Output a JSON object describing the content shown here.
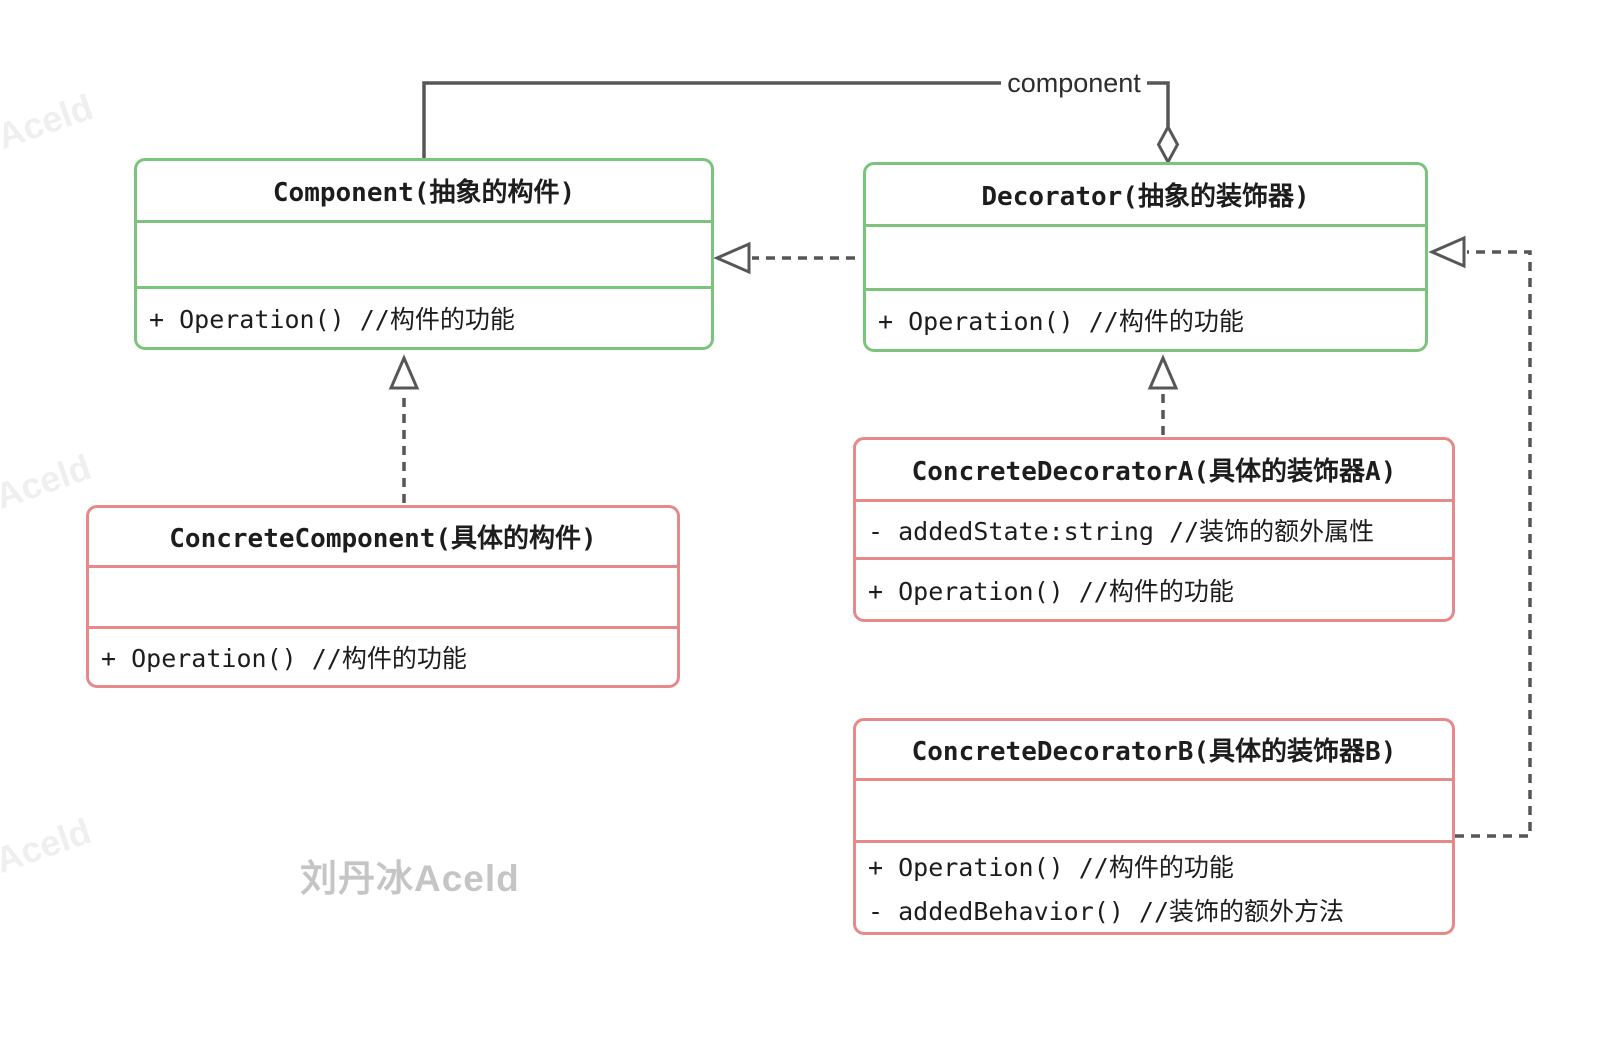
{
  "diagram": {
    "title_hint": "Decorator design pattern UML class diagram",
    "connector_label": "component",
    "classes": [
      {
        "id": "component",
        "stereotype": "abstract",
        "title": "Component(抽象的构件)",
        "attributes": [],
        "methods": [
          "+ Operation() //构件的功能"
        ]
      },
      {
        "id": "decorator",
        "stereotype": "abstract",
        "title": "Decorator(抽象的装饰器)",
        "attributes": [],
        "methods": [
          "+ Operation() //构件的功能"
        ]
      },
      {
        "id": "concrete-component",
        "stereotype": "concrete",
        "title": "ConcreteComponent(具体的构件)",
        "attributes": [],
        "methods": [
          "+ Operation() //构件的功能"
        ]
      },
      {
        "id": "concrete-decorator-a",
        "stereotype": "concrete",
        "title": "ConcreteDecoratorA(具体的装饰器A)",
        "attributes": [
          "- addedState:string //装饰的额外属性"
        ],
        "methods": [
          "+ Operation() //构件的功能"
        ]
      },
      {
        "id": "concrete-decorator-b",
        "stereotype": "concrete",
        "title": "ConcreteDecoratorB(具体的装饰器B)",
        "attributes": [],
        "methods": [
          "+ Operation() //构件的功能",
          "- addedBehavior() //装饰的额外方法"
        ]
      }
    ],
    "relationships": [
      {
        "type": "aggregation",
        "from": "component",
        "to": "decorator",
        "label": "component"
      },
      {
        "type": "dashed-generalization",
        "from": "decorator",
        "to": "component"
      },
      {
        "type": "dashed-generalization",
        "from": "concrete-component",
        "to": "component"
      },
      {
        "type": "dashed-generalization",
        "from": "concrete-decorator-a",
        "to": "decorator"
      },
      {
        "type": "dashed-generalization",
        "from": "concrete-decorator-b",
        "to": "decorator"
      }
    ],
    "watermarks": {
      "center": "刘丹冰Aceld",
      "tiled": "Aceld"
    },
    "colors": {
      "abstract_class_border": "#7cc47e",
      "concrete_class_border": "#e68989",
      "connector": "#575757",
      "text": "#1d1d1d",
      "watermark_center": "#c6c5c6",
      "watermark_faint": "#f0eff0"
    }
  }
}
